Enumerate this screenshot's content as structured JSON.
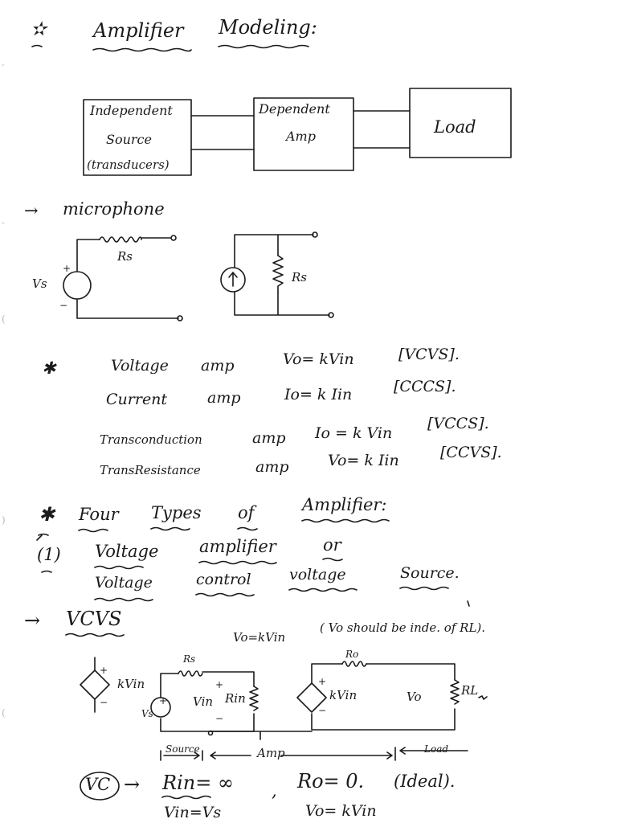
{
  "header": {
    "bullet": "✫",
    "title_word1": "Amplifier",
    "title_word2": "Modeling:"
  },
  "block_diagram": {
    "source_line1": "Independent",
    "source_line2": "Source",
    "source_line3": "(transducers)",
    "amp_line1": "Dependent",
    "amp_line2": "Amp",
    "load": "Load"
  },
  "microphone": {
    "arrow": "→",
    "label": "microphone",
    "vs": "Vs",
    "rs": "Rs",
    "plus": "+",
    "minus": "−"
  },
  "amp_types": {
    "star": "✱",
    "rows": [
      {
        "name": "Voltage",
        "kind": "amp",
        "eq": "Vo= kVin",
        "type": "[VCVS]."
      },
      {
        "name": "Current",
        "kind": "amp",
        "eq": "Io= k Iin",
        "type": "[CCCS]."
      },
      {
        "name": "Transconduction",
        "kind": "amp",
        "eq": "Io = k Vin",
        "type": "[VCCS]."
      },
      {
        "name": "TransResistance",
        "kind": "amp",
        "eq": "Vo= k Iin",
        "type": "[CCVS]."
      }
    ]
  },
  "four_types": {
    "star": "✱",
    "words": [
      "Four",
      "Types",
      "of",
      "Amplifier:"
    ],
    "item_num": "(1)",
    "item_line1": [
      "Voltage",
      "amplifier",
      "or"
    ],
    "item_line2": [
      "Voltage",
      "control",
      "voltage",
      "Source."
    ]
  },
  "vcvs": {
    "arrow": "→",
    "label": "VCVS",
    "note_eq": "Vo=kVin",
    "note_text": "( Vo should be inde. of RL).",
    "kvin_src": "kVin",
    "vs": "Vs",
    "rs": "Rs",
    "vin": "Vin",
    "rin": "Rin",
    "ro": "Ro",
    "kvin_dep": "kVin",
    "vo": "Vo",
    "rl": "RL",
    "plus": "+",
    "minus": "−",
    "section_source": "Source",
    "section_amp": "Amp",
    "section_load": "Load"
  },
  "ideal": {
    "circle_label": "VC",
    "arrow": "→",
    "rin_eq": "Rin= ∞",
    "sep": ",",
    "ro_eq": "Ro= 0.",
    "ideal_note": "(Ideal).",
    "vin_eq": "Vin=Vs",
    "vo_eq": "Vo= kVin"
  }
}
